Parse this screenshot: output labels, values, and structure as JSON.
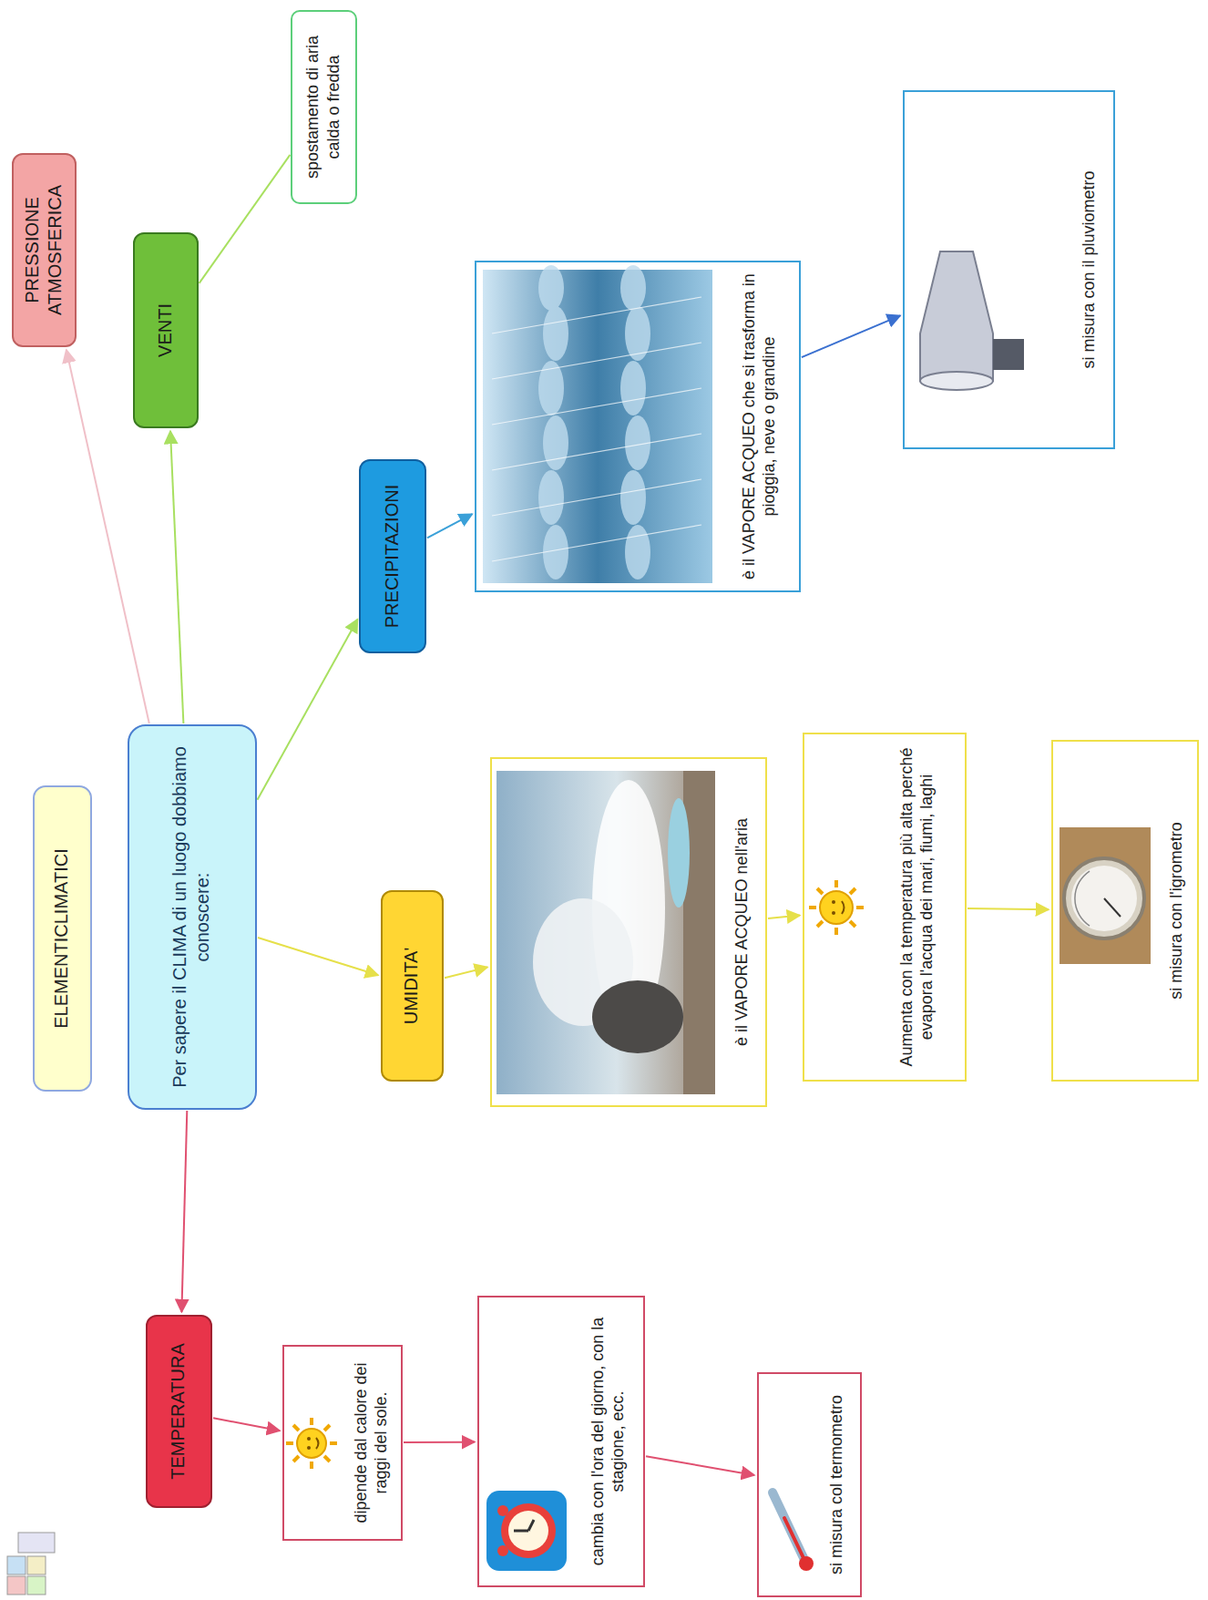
{
  "diagram": {
    "nodes": [
      {
        "text": [
          "ELEMENTICLIMATICI"
        ]
      },
      {
        "text": [
          "Per sapere il CLIMA di un luogo dobbiamo conoscere:"
        ]
      },
      {
        "text": [
          "TEMPERATURA"
        ]
      },
      {
        "text": [
          "dipende dal calore dei raggi del sole."
        ]
      },
      {
        "text": [
          "cambia con l'ora del giorno, con la stagione, ecc."
        ]
      },
      {
        "text": [
          "si misura col termometro"
        ]
      },
      {
        "text": [
          "UMIDITA'"
        ]
      },
      {
        "text": [
          "è il VAPORE ACQUEO nell'aria"
        ]
      },
      {
        "text": [
          "Aumenta con la temperatura più alta perché evapora l'acqua dei mari, fiumi, laghi"
        ]
      },
      {
        "text": [
          "si misura con l'igrometro"
        ]
      },
      {
        "text": [
          "PRECIPITAZIONI"
        ]
      },
      {
        "text": [
          "è il VAPORE ACQUEO che si trasforma in pioggia, neve o grandine"
        ]
      },
      {
        "text": [
          "si misura con il pluviometro"
        ]
      },
      {
        "text": [
          "VENTI"
        ]
      },
      {
        "text": [
          "spostamento di aria calda o fredda"
        ]
      },
      {
        "text": [
          "PRESSIONE ATMOSFERICA"
        ]
      }
    ],
    "edges": [
      {
        "from": 1,
        "to": 2,
        "arrow": "to"
      },
      {
        "from": 1,
        "to": 6,
        "arrow": "to"
      },
      {
        "from": 1,
        "to": 10,
        "arrow": "to"
      },
      {
        "from": 1,
        "to": 13,
        "arrow": "to"
      },
      {
        "from": 1,
        "to": 15,
        "arrow": "to"
      },
      {
        "from": 13,
        "to": 14,
        "arrow": "none"
      },
      {
        "from": 2,
        "to": 3,
        "arrow": "to"
      },
      {
        "from": 3,
        "to": 4,
        "arrow": "to"
      },
      {
        "from": 4,
        "to": 5,
        "arrow": "to"
      },
      {
        "from": 6,
        "to": 7,
        "arrow": "to"
      },
      {
        "from": 7,
        "to": 8,
        "arrow": "to"
      },
      {
        "from": 8,
        "to": 9,
        "arrow": "to"
      },
      {
        "from": 10,
        "to": 11,
        "arrow": "to"
      },
      {
        "from": 11,
        "to": 12,
        "arrow": "to"
      }
    ]
  }
}
